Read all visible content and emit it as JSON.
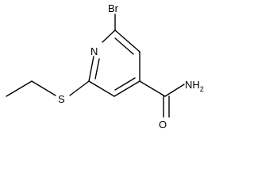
{
  "molecule": {
    "atom_labels": {
      "bromine": "Br",
      "nitrogen": "N",
      "sulfur": "S",
      "oxygen": "O",
      "amine": "NH",
      "amine_subscript": "2"
    },
    "colors": {
      "bond": "#000000",
      "text": "#000000",
      "background": "#ffffff"
    }
  }
}
